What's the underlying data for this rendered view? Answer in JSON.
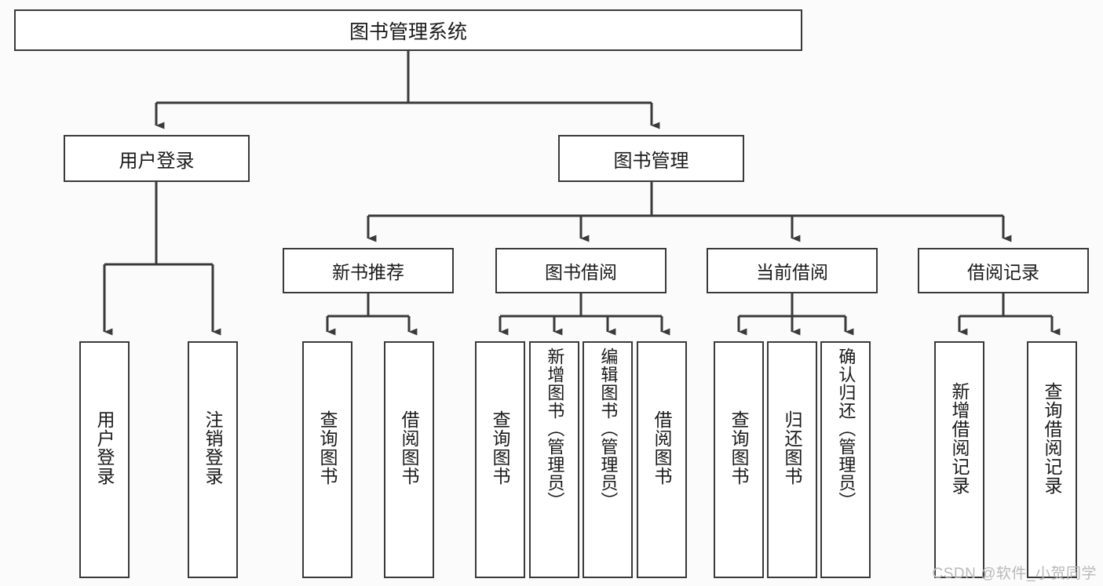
{
  "diagram": {
    "title": "图书管理系统",
    "watermark": "CSDN @软件_小贺同学",
    "line_color": "#3a3a3a",
    "box_border_color": "#3a3a3a",
    "background_color": "#fbfbfb",
    "root": {
      "label": "图书管理系统"
    },
    "level2": [
      {
        "label": "用户登录"
      },
      {
        "label": "图书管理"
      }
    ],
    "level3": [
      {
        "label": "新书推荐"
      },
      {
        "label": "图书借阅"
      },
      {
        "label": "当前借阅"
      },
      {
        "label": "借阅记录"
      }
    ],
    "leaves": {
      "user_login": [
        {
          "label": "用户登录"
        },
        {
          "label": "注销登录"
        }
      ],
      "new_book": [
        {
          "label": "查询图书"
        },
        {
          "label": "借阅图书"
        }
      ],
      "book_borrow": [
        {
          "label": "查询图书"
        },
        {
          "label": "新增图书（管理员）"
        },
        {
          "label": "编辑图书（管理员）"
        },
        {
          "label": "借阅图书"
        }
      ],
      "current_borrow": [
        {
          "label": "查询图书"
        },
        {
          "label": "归还图书"
        },
        {
          "label": "确认归还（管理员）"
        }
      ],
      "borrow_record": [
        {
          "label": "新增借阅记录"
        },
        {
          "label": "查询借阅记录"
        }
      ]
    }
  }
}
